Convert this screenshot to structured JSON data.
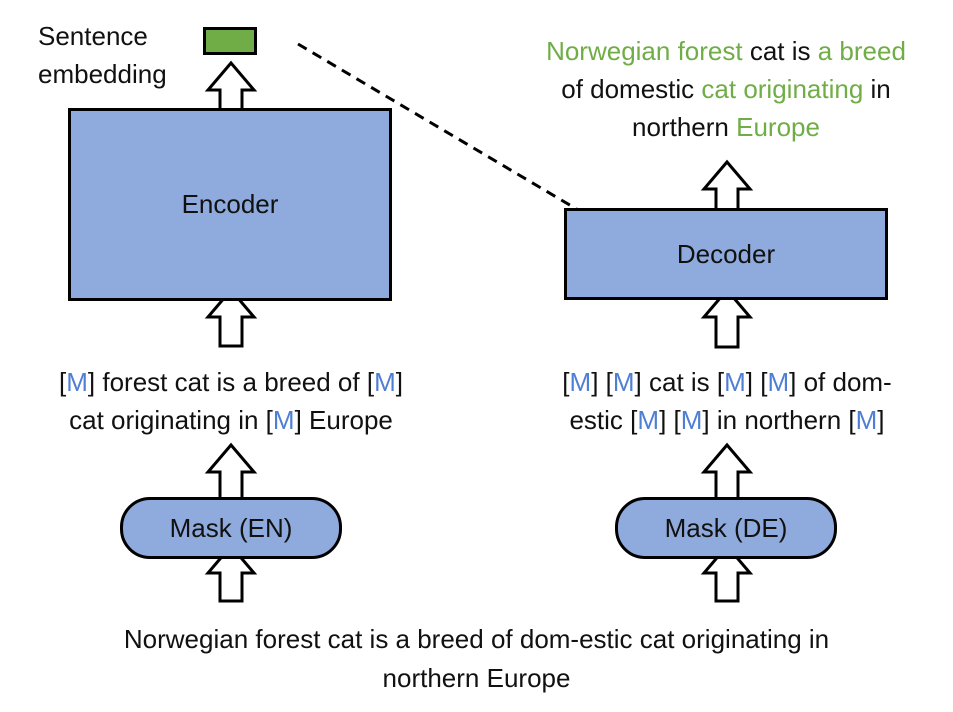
{
  "colors": {
    "box_fill": "#8faadc",
    "embedding_fill": "#70ad47",
    "mask_token": "#4f7fd4",
    "highlight_text": "#70ad47",
    "border": "#000000"
  },
  "embedding": {
    "label_line1": "Sentence",
    "label_line2": "embedding"
  },
  "encoder": {
    "label": "Encoder"
  },
  "decoder": {
    "label": "Decoder"
  },
  "mask_en": {
    "label": "Mask (EN)"
  },
  "mask_de": {
    "label": "Mask (DE)"
  },
  "mask_token": "M",
  "masked_en": {
    "line1": {
      "p1": "] forest cat is a breed of [",
      "p2": "]"
    },
    "line2": {
      "p1": "cat originating in [",
      "p2": "] Europe"
    }
  },
  "masked_de": {
    "line1": {
      "p1": "] [",
      "p2": "] cat is [",
      "p3": "] [",
      "p4": "] of dom-"
    },
    "line2": {
      "p1": "estic [",
      "p2": "] [",
      "p3": "] in northern [",
      "p4": "]"
    }
  },
  "output": {
    "line1": {
      "g1": "Norwegian forest",
      "b1": " cat is ",
      "g2": "a breed"
    },
    "line2": {
      "b1": "of domestic ",
      "g1": "cat originating",
      "b2": " in"
    },
    "line3": {
      "b1": "northern ",
      "g1": "Europe"
    }
  },
  "input": {
    "line1": "Norwegian forest cat is a breed of dom-estic cat originating in",
    "line2": "northern Europe"
  }
}
